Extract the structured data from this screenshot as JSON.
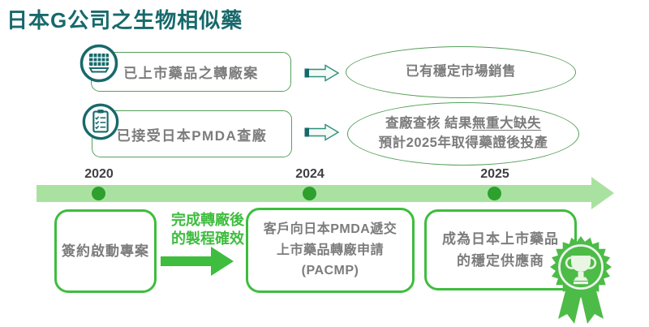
{
  "title": "日本G公司之生物相似藥",
  "flows": [
    {
      "icon": "factory-grid-icon",
      "source": "已上市藥品之轉廠案",
      "result": "已有穩定市場銷售"
    },
    {
      "icon": "clipboard-checklist-icon",
      "source": "已接受日本PMDA查廠",
      "result_line1": "查廠查核 結果",
      "result_line1_underlined": "無重大缺失",
      "result_line2": "預計2025年取得藥證後投產"
    }
  ],
  "timeline": {
    "years": [
      "2020",
      "2024",
      "2025"
    ]
  },
  "roadmap": {
    "step1": "簽約啟動專案",
    "transition_label_line1": "完成轉廠後",
    "transition_label_line2": "的製程確效",
    "step2_line1": "客戶向日本PMDA遞交",
    "step2_line2": "上市藥品轉廠申請(PACMP)",
    "step3_line1": "成為日本上市藥品",
    "step3_line2": "的穩定供應商",
    "badge_icon": "trophy-award-badge"
  },
  "colors": {
    "title_teal": "#17696B",
    "outline_green": "#55A05A",
    "bright_green": "#3EBD3E",
    "timeline_light_green": "#A9E2A0",
    "timeline_dot_green": "#2DA02D",
    "badge_green": "#4CBB47",
    "text_gray": "#7C7C7C"
  }
}
